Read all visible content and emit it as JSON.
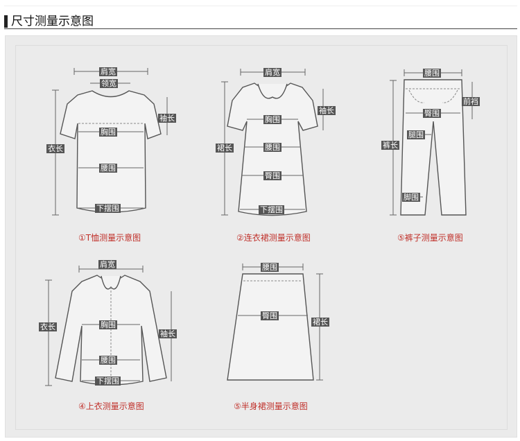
{
  "header": {
    "title": "尺寸测量示意图"
  },
  "tshirt": {
    "caption": "①T恤测量示意图",
    "labels": {
      "shoulder": "肩宽",
      "neck": "领宽",
      "sleeve": "袖长",
      "chest": "胸围",
      "length": "衣长",
      "waist": "腰围",
      "hem": "下摆围"
    }
  },
  "dress": {
    "caption": "②连衣裙测量示意图",
    "labels": {
      "shoulder": "肩宽",
      "sleeve": "袖长",
      "chest": "胸围",
      "length": "裙长",
      "waist": "腰围",
      "hip": "臀围",
      "hem": "下摆围"
    }
  },
  "pants": {
    "caption": "⑤裤子测量示意图",
    "labels": {
      "waist": "腰围",
      "rise": "前裆",
      "hip": "臀围",
      "thigh": "腿围",
      "length": "裤长",
      "leg_opening": "脚围"
    }
  },
  "top": {
    "caption": "④上衣测量示意图",
    "labels": {
      "shoulder": "肩宽",
      "chest": "胸围",
      "length": "衣长",
      "sleeve": "袖长",
      "waist": "腰围",
      "hem": "下摆围"
    }
  },
  "skirt": {
    "caption": "⑤半身裙测量示意图",
    "labels": {
      "waist": "腰围",
      "hip": "臀围",
      "length": "裙长"
    }
  },
  "colors": {
    "caption": "#c0302a",
    "label_bg": "#555555",
    "panel": "#ebebeb"
  }
}
